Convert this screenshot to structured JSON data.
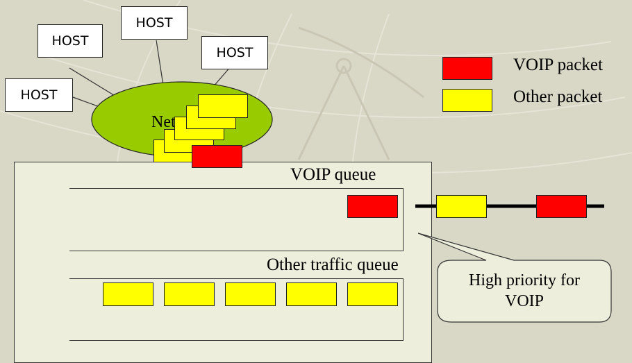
{
  "hosts": [
    "HOST",
    "HOST",
    "HOST",
    "HOST"
  ],
  "network": {
    "label": "Network"
  },
  "legend": [
    {
      "label": "VOIP packet",
      "color": "#ff0000"
    },
    {
      "label": "Other packet",
      "color": "#ffff00"
    }
  ],
  "queues": {
    "voip_label": "VOIP queue",
    "other_label": "Other traffic queue"
  },
  "callout": {
    "line1": "High priority for",
    "line2": "VOIP"
  },
  "colors": {
    "network_fill": "#99cc00",
    "voip": "#ff0000",
    "other": "#ffff00"
  }
}
